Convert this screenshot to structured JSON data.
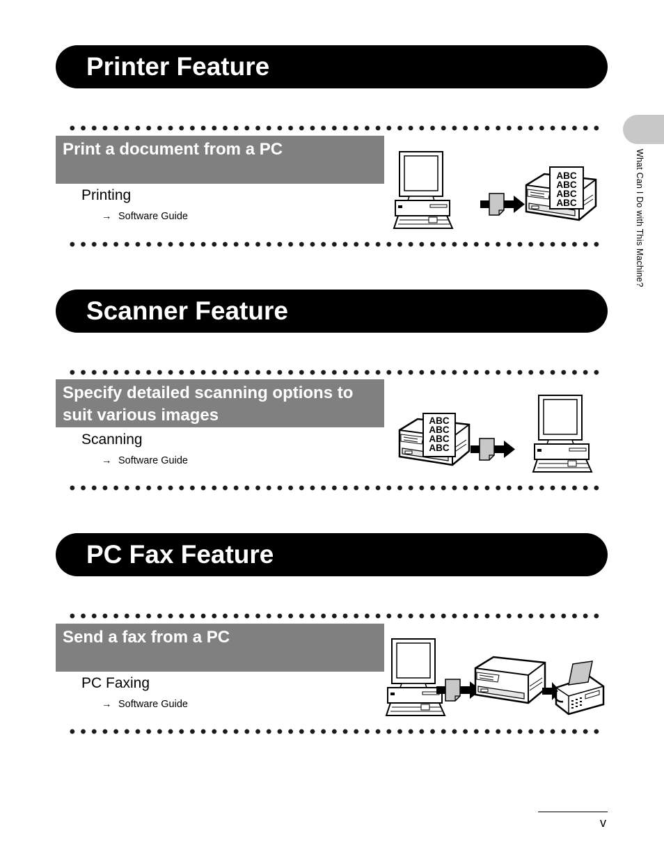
{
  "side_tab": {
    "label": "What Can I Do with This Machine?"
  },
  "sections": [
    {
      "banner": "Printer Feature",
      "subheading": "Print a document from a PC",
      "function": "Printing",
      "reference": {
        "arrow": "→",
        "text": "Software Guide"
      },
      "illustration": [
        "computer-icon",
        "data-arrow-icon",
        "printer-icon"
      ],
      "sample_text": [
        "ABC",
        "ABC",
        "ABC",
        "ABC"
      ]
    },
    {
      "banner": "Scanner Feature",
      "subheading": "Specify detailed scanning options to suit various images",
      "function": "Scanning",
      "reference": {
        "arrow": "→",
        "text": "Software Guide"
      },
      "illustration": [
        "printer-icon",
        "data-arrow-icon",
        "computer-icon"
      ],
      "sample_text": [
        "ABC",
        "ABC",
        "ABC",
        "ABC"
      ]
    },
    {
      "banner": "PC Fax Feature",
      "subheading": "Send a fax from a PC",
      "function": "PC Faxing",
      "reference": {
        "arrow": "→",
        "text": "Software Guide"
      },
      "illustration": [
        "computer-icon",
        "data-arrow-icon",
        "printer-icon",
        "arrow-icon",
        "fax-machine-icon"
      ]
    }
  ],
  "footer": {
    "page_number": "v"
  }
}
